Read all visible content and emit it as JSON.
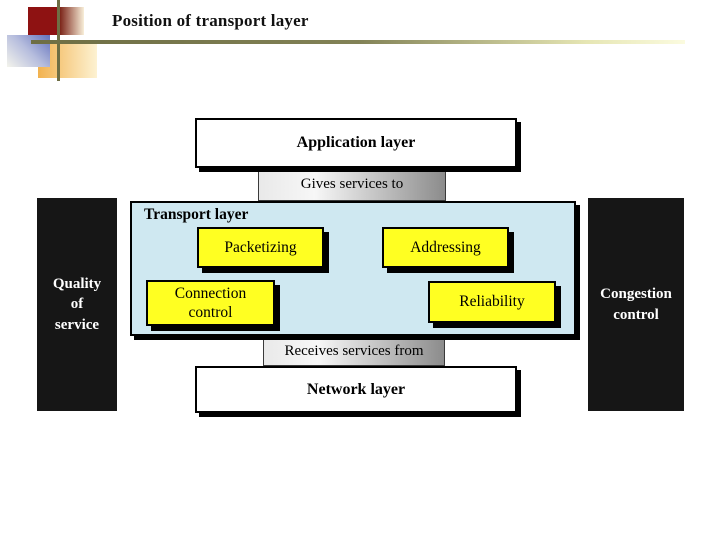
{
  "slide": {
    "title": "Position of transport layer"
  },
  "diagram": {
    "application_layer": "Application layer",
    "gives_services": "Gives services to",
    "transport_label": "Transport layer",
    "functions": {
      "packetizing": "Packetizing",
      "addressing": "Addressing",
      "connection_control": "Connection\ncontrol",
      "reliability": "Reliability"
    },
    "receives_services": "Receives services from",
    "network_layer": "Network layer",
    "left_panel": "Quality\nof\nservice",
    "right_panel": "Congestion\ncontrol"
  },
  "colors": {
    "yellow-box": "#ffff22",
    "transport-bg": "#cfe8f1",
    "panel-black": "#161616",
    "accent-red": "#8e1212",
    "accent-red-fade-from": "#7c2519",
    "accent-red-fade-to": "#f8efd9",
    "accent-orange": "#f2b24f",
    "accent-orange-fade": "#fdf2d2",
    "accent-blue": "#6372bd",
    "olive-line": "#6e6e44"
  }
}
